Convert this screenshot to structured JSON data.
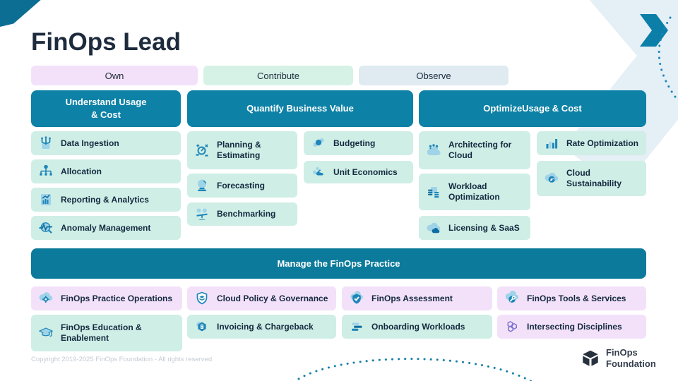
{
  "title": "FinOps Lead",
  "legend": {
    "own": "Own",
    "contribute": "Contribute",
    "observe": "Observe"
  },
  "sections": {
    "understand": {
      "header": "Understand Usage & Cost",
      "items": [
        "Data Ingestion",
        "Allocation",
        "Reporting & Analytics",
        "Anomaly Management"
      ]
    },
    "quantify": {
      "header": "Quantify Business Value",
      "col_a": [
        "Planning & Estimating",
        "Forecasting",
        "Benchmarking"
      ],
      "col_b": [
        "Budgeting",
        "Unit Economics"
      ]
    },
    "optimize": {
      "header": "OptimizeUsage & Cost",
      "col_a": [
        "Architecting for Cloud",
        "Workload Optimization",
        "Licensing & SaaS"
      ],
      "col_b": [
        "Rate Optimization",
        "Cloud Sustainability"
      ]
    },
    "manage": {
      "header": "Manage the FinOps Practice",
      "row1": [
        "FinOps Practice Operations",
        "Cloud Policy & Governance",
        "FinOps Assessment",
        "FinOps Tools & Services"
      ],
      "row2": [
        "FinOps Education & Enablement",
        "Invoicing & Chargeback",
        "Onboarding Workloads",
        "Intersecting Disciplines"
      ]
    }
  },
  "footer": {
    "copyright": "Copyright 2019-2025 FinOps Foundation - All rights reserved",
    "logo_line1": "FinOps",
    "logo_line2": "Foundation"
  },
  "colors": {
    "header_teal": "#0d81a6",
    "manage_teal": "#0b7a9b",
    "own_purple": "#f3e1fa",
    "contribute_mint": "#d6f2e6",
    "observe_blue": "#dfeaf1",
    "chip_mint": "#cfeee6",
    "icon_blue": "#1e86b8",
    "icon_light": "#9fd3e8",
    "icon_dark": "#0d6fa0",
    "title_navy": "#1d2b3d"
  }
}
